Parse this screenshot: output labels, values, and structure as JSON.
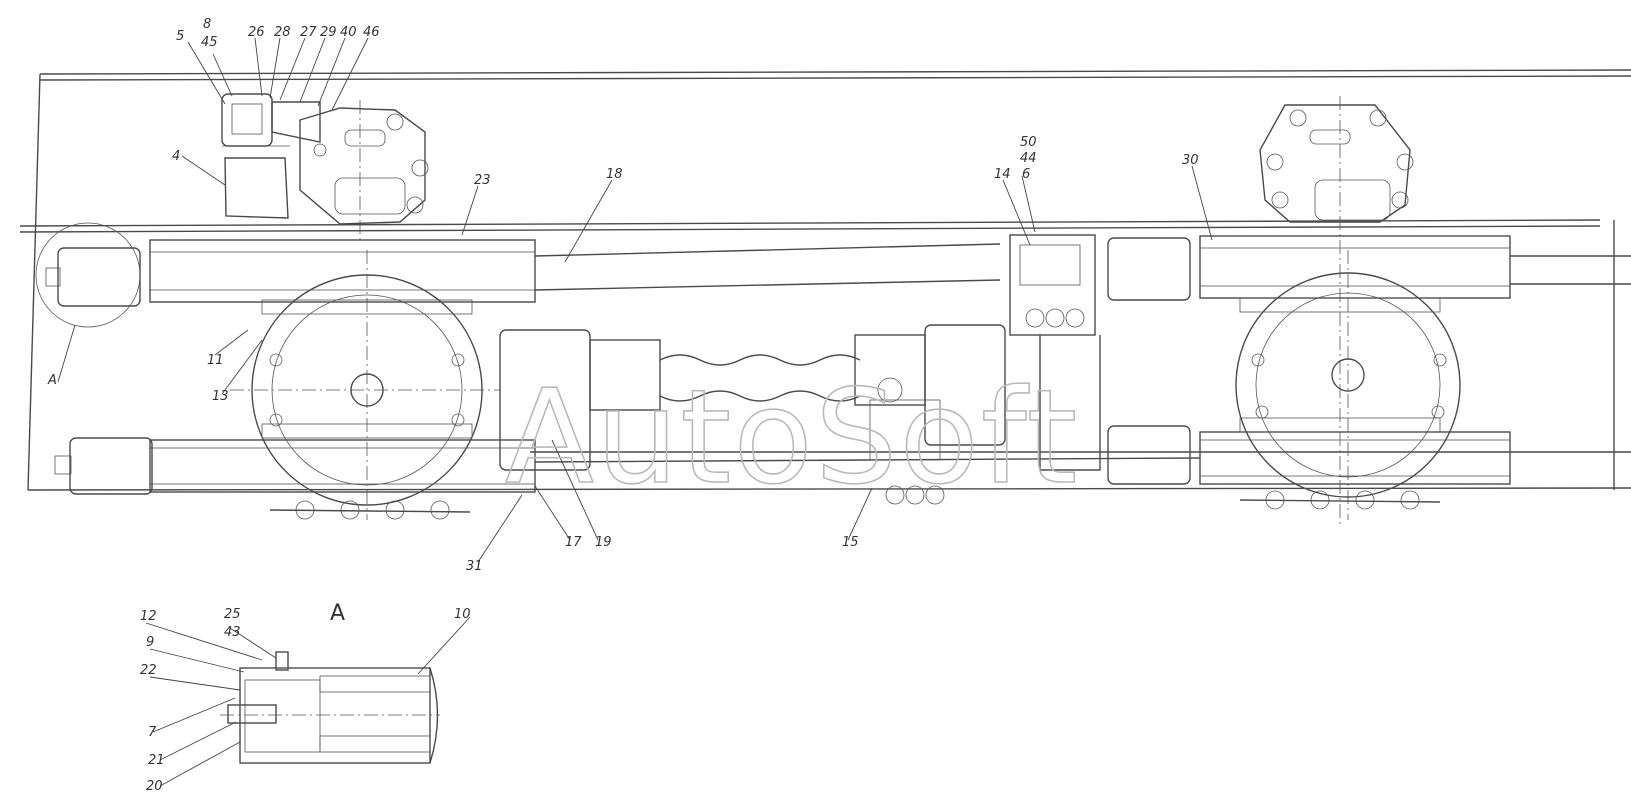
{
  "diagram": {
    "watermark": "AutoSoft",
    "view_label": "A",
    "callouts": [
      {
        "id": "c5",
        "text": "5"
      },
      {
        "id": "c8",
        "text": "8"
      },
      {
        "id": "c45",
        "text": "45"
      },
      {
        "id": "c26",
        "text": "26"
      },
      {
        "id": "c28",
        "text": "28"
      },
      {
        "id": "c27",
        "text": "27"
      },
      {
        "id": "c29",
        "text": "29"
      },
      {
        "id": "c40",
        "text": "40"
      },
      {
        "id": "c46",
        "text": "46"
      },
      {
        "id": "c4",
        "text": "4"
      },
      {
        "id": "c23",
        "text": "23"
      },
      {
        "id": "c18",
        "text": "18"
      },
      {
        "id": "c50",
        "text": "50"
      },
      {
        "id": "c44",
        "text": "44"
      },
      {
        "id": "c6",
        "text": "6"
      },
      {
        "id": "c14",
        "text": "14"
      },
      {
        "id": "c30",
        "text": "30"
      },
      {
        "id": "cA",
        "text": "A"
      },
      {
        "id": "c11",
        "text": "11"
      },
      {
        "id": "c13",
        "text": "13"
      },
      {
        "id": "c17",
        "text": "17"
      },
      {
        "id": "c19",
        "text": "19"
      },
      {
        "id": "c31",
        "text": "31"
      },
      {
        "id": "c15",
        "text": "15"
      },
      {
        "id": "c12",
        "text": "12"
      },
      {
        "id": "c25",
        "text": "25"
      },
      {
        "id": "c43",
        "text": "43"
      },
      {
        "id": "c9",
        "text": "9"
      },
      {
        "id": "c22",
        "text": "22"
      },
      {
        "id": "c10",
        "text": "10"
      },
      {
        "id": "c7",
        "text": "7"
      },
      {
        "id": "c21",
        "text": "21"
      },
      {
        "id": "c20",
        "text": "20"
      }
    ]
  }
}
